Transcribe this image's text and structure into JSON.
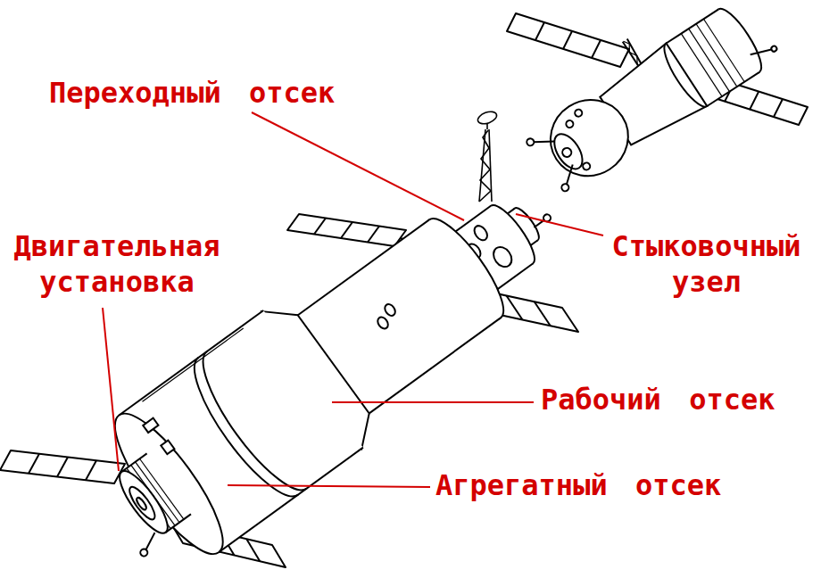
{
  "diagram": {
    "labels": [
      "Переходный отсек",
      "Двигательная установка",
      "Стыковочный узел",
      "Рабочий отсек",
      "Агрегатный отсек"
    ]
  }
}
